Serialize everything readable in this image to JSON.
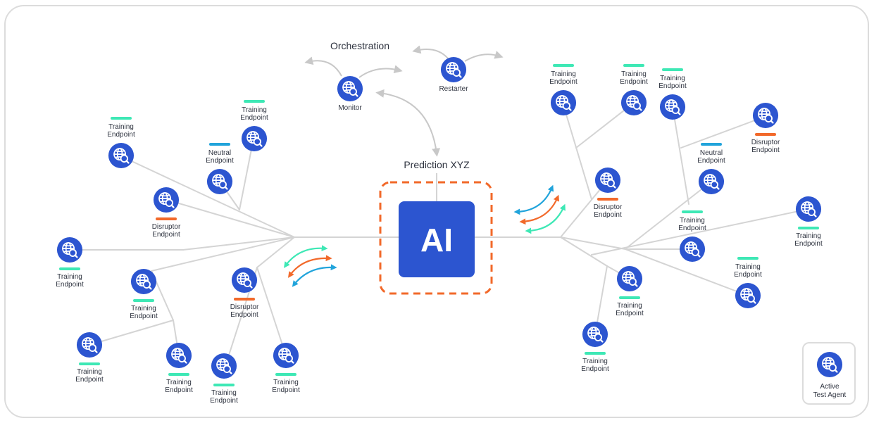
{
  "colors": {
    "node": "#2c55d0",
    "ai_box": "#2c55d0",
    "ai_border": "#f2692a",
    "training": "#3ee8b5",
    "neutral": "#21a4db",
    "disruptor": "#f2692a",
    "line": "#d4d4d4",
    "arrow": "#c8c8c8"
  },
  "icon": "globe-search-icon",
  "orchestration": {
    "title": "Orchestration",
    "monitor_label": "Monitor",
    "restarter_label": "Restarter"
  },
  "prediction": {
    "title": "Prediction XYZ",
    "ai_label": "AI"
  },
  "legend": {
    "line1": "Active",
    "line2": "Test Agent"
  },
  "labels": {
    "training": [
      "Training",
      "Endpoint"
    ],
    "neutral": [
      "Neutral",
      "Endpoint"
    ],
    "disruptor": [
      "Disruptor",
      "Endpoint"
    ]
  },
  "endpoints": [
    {
      "id": "l1",
      "type": "training"
    },
    {
      "id": "l2",
      "type": "training"
    },
    {
      "id": "l3",
      "type": "neutral"
    },
    {
      "id": "l4",
      "type": "disruptor"
    },
    {
      "id": "l5",
      "type": "training"
    },
    {
      "id": "l6",
      "type": "training"
    },
    {
      "id": "l7",
      "type": "disruptor"
    },
    {
      "id": "l8",
      "type": "training"
    },
    {
      "id": "l9",
      "type": "training"
    },
    {
      "id": "l10",
      "type": "training"
    },
    {
      "id": "l11",
      "type": "training"
    },
    {
      "id": "r1",
      "type": "training"
    },
    {
      "id": "r2",
      "type": "training"
    },
    {
      "id": "r3",
      "type": "training"
    },
    {
      "id": "r4",
      "type": "disruptor"
    },
    {
      "id": "r5",
      "type": "neutral"
    },
    {
      "id": "r6",
      "type": "disruptor"
    },
    {
      "id": "r7",
      "type": "training"
    },
    {
      "id": "r8",
      "type": "training"
    },
    {
      "id": "r9",
      "type": "training"
    },
    {
      "id": "r10",
      "type": "training"
    },
    {
      "id": "r11",
      "type": "training"
    }
  ]
}
